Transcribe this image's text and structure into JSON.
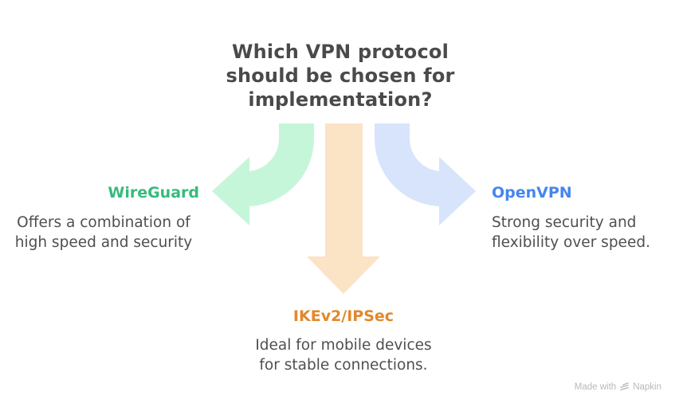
{
  "title": {
    "lines": [
      "Which VPN protocol",
      "should be chosen for",
      "implementation?"
    ],
    "color": "#4a4a4a"
  },
  "theme": {
    "background": "#ffffff",
    "body_text_color": "#4f4f4f"
  },
  "branches": {
    "wireguard": {
      "label": "WireGuard",
      "label_color": "#35bb7b",
      "arrow_color": "#c6f6d9",
      "arrow_direction": "left",
      "desc_lines": [
        "Offers a combination of",
        "high speed and security"
      ]
    },
    "ikev2": {
      "label": "IKEv2/IPSec",
      "label_color": "#e0892c",
      "arrow_color": "#fbe3c5",
      "arrow_direction": "down",
      "desc_lines": [
        "Ideal for mobile devices",
        "for stable connections."
      ]
    },
    "openvpn": {
      "label": "OpenVPN",
      "label_color": "#4585ef",
      "arrow_color": "#d7e4fb",
      "arrow_direction": "right",
      "desc_lines": [
        "Strong security and",
        "flexibility over speed."
      ]
    }
  },
  "watermark": {
    "prefix": "Made with",
    "brand": "Napkin",
    "color": "#b9b9b9",
    "icon": "napkin-logo"
  }
}
